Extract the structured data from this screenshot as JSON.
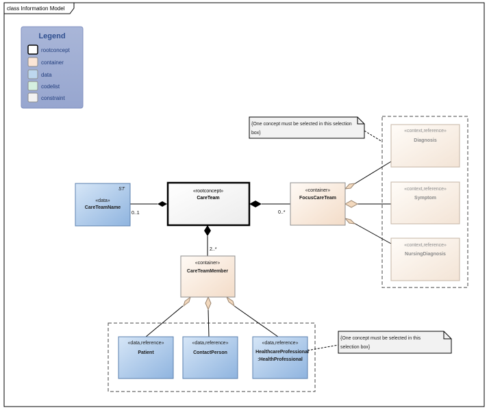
{
  "frame": {
    "title": "class Information Model"
  },
  "legend": {
    "title": "Legend",
    "items": [
      {
        "label": "rootconcept",
        "color": "#ffffff",
        "stroke": "#000000"
      },
      {
        "label": "container",
        "color": "#fbe5d6",
        "stroke": "#8c8c8c"
      },
      {
        "label": "data",
        "color": "#bdd7ee",
        "stroke": "#8c8c8c"
      },
      {
        "label": "codelist",
        "color": "#d5f0e0",
        "stroke": "#8c8c8c"
      },
      {
        "label": "constraint",
        "color": "#f2f2f2",
        "stroke": "#8c8c8c"
      }
    ]
  },
  "nodes": {
    "careteamname": {
      "stereotype": "«data»",
      "name": "CareTeamName",
      "badge": "ST"
    },
    "careteam": {
      "stereotype": "«rootconcept»",
      "name": "CareTeam"
    },
    "focuscareteam": {
      "stereotype": "«container»",
      "name": "FocusCareTeam"
    },
    "careteammember": {
      "stereotype": "«container»",
      "name": "CareTeamMember"
    },
    "diagnosis": {
      "stereotype": "«context,reference»",
      "name": "Diagnosis"
    },
    "symptom": {
      "stereotype": "«context,reference»",
      "name": "Symptom"
    },
    "nursingdiagnosis": {
      "stereotype": "«context,reference»",
      "name": "NursingDiagnosis"
    },
    "patient": {
      "stereotype": "«data,reference»",
      "name": "Patient"
    },
    "contactperson": {
      "stereotype": "«data,reference»",
      "name": "ContactPerson"
    },
    "healthprof": {
      "stereotype": "«data,reference»",
      "name_line1": "HealthcareProfessional",
      "name_line2": ":HealthProfessional"
    }
  },
  "notes": {
    "note_top": {
      "line1": "{One concept must be selected in this selection",
      "line2": "box}"
    },
    "note_bottom": {
      "line1": "{One concept must be selected in this",
      "line2": "selection box}"
    }
  },
  "multiplicities": {
    "careteamname": "0..1",
    "focuscareteam": "0..*",
    "careteammember": "2..*"
  }
}
